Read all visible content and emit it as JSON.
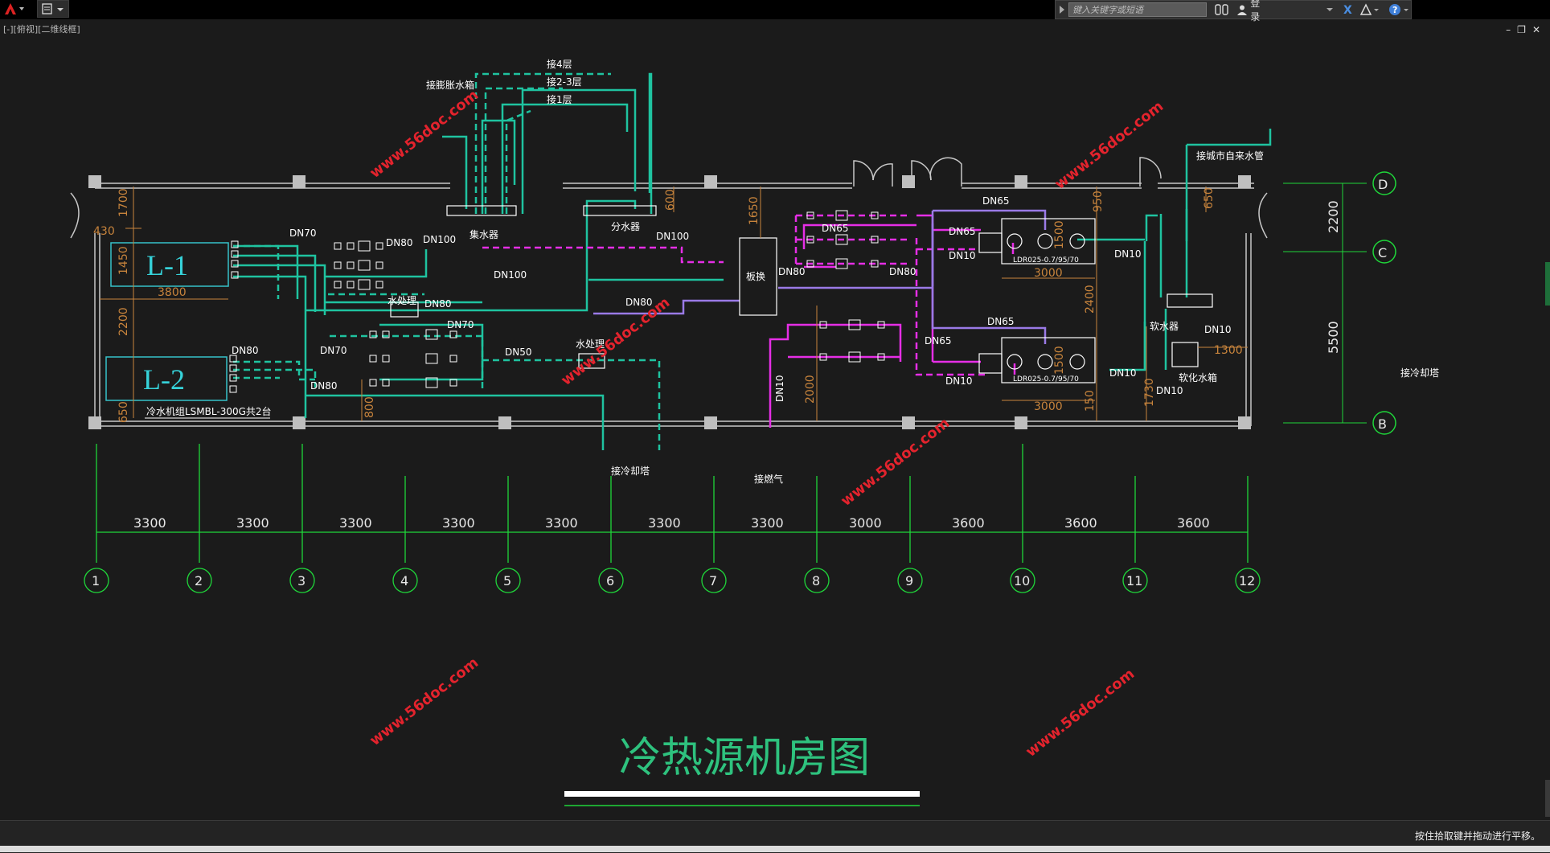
{
  "toolbar": {
    "search_placeholder": "键入关键字或短语",
    "login_label": "登录"
  },
  "viewport": {
    "label": "[-][俯视][二维线框]"
  },
  "status": {
    "hint": "按住拾取键并拖动进行平移。"
  },
  "drawing": {
    "title": "冷热源机房图",
    "columns": [
      "1",
      "2",
      "3",
      "4",
      "5",
      "6",
      "7",
      "8",
      "9",
      "10",
      "11",
      "12"
    ],
    "spans": [
      "3300",
      "3300",
      "3300",
      "3300",
      "3300",
      "3300",
      "3300",
      "3000",
      "3600",
      "3600",
      "3600"
    ],
    "rows": [
      "D",
      "C",
      "B"
    ],
    "row_spans": [
      "2200",
      "5500"
    ],
    "chillers": [
      "L-1",
      "L-2"
    ],
    "chiller_note": "冷水机组LSMBL-300G共2台",
    "labels": {
      "floor4": "接4层",
      "floor23": "接2-3层",
      "floor1": "接1层",
      "expansion": "接膨胀水箱",
      "collector": "集水器",
      "distributor": "分水器",
      "water_treat": "水处理",
      "water_treat2": "水处理",
      "plate_hx": "板换",
      "city_water": "接城市自来水管",
      "softener": "软水器",
      "soft_tank": "软化水箱",
      "cooling_tower": "接冷却塔",
      "cooling_tower2": "接冷却塔",
      "gas": "接燃气",
      "boiler1": "LDR025-0.7/95/70",
      "boiler2": "LDR025-0.7/95/70"
    },
    "pipes": {
      "dn70a": "DN70",
      "dn80a": "DN80",
      "dn100a": "DN100",
      "dn100b": "DN100",
      "dn100c": "DN100",
      "dn80b": "DN80",
      "dn80c": "DN80",
      "dn70b": "DN70",
      "dn50": "DN50",
      "dn80d": "DN80",
      "dn70c": "DN70",
      "dn80e": "DN80",
      "dn80f": "DN80",
      "dn65a": "DN65",
      "dn65b": "DN65",
      "dn65c": "DN65",
      "dn65d": "DN65",
      "dn65e": "DN65",
      "dn10a": "DN10",
      "dn10b": "DN10",
      "dn10c": "DN10",
      "dn10d": "DN10",
      "dn10e": "DN10",
      "dn10f": "DN10",
      "dn10g": "DN10"
    },
    "dims": {
      "d1700": "1700",
      "d430": "430",
      "d1450": "1450",
      "d3800": "3800",
      "d2200": "2200",
      "d650": "650",
      "d800": "800",
      "d600": "600",
      "d1650": "1650",
      "d2000": "2000",
      "d950": "950",
      "d1500a": "1500",
      "d3000a": "3000",
      "d2400": "2400",
      "d1500b": "1500",
      "d3000b": "3000",
      "d150": "150",
      "d1730": "1730",
      "d650b": "650",
      "d1300": "1300"
    },
    "watermarks": [
      "www.56doc.com",
      "www.56doc.com",
      "www.56doc.com",
      "www.56doc.com",
      "www.56doc.com",
      "www.56doc.com"
    ]
  },
  "colors": {
    "pipe_cool": "#1fc3a0",
    "pipe_hot": "#e62ee6",
    "pipe_violet": "#9a7ae6",
    "wall": "#c8c8c8",
    "dim": "#c8843c",
    "axis": "#1fd63a",
    "chiller_box": "#36c2c9",
    "watermark": "#e3232d",
    "title": "#2ec27e"
  }
}
